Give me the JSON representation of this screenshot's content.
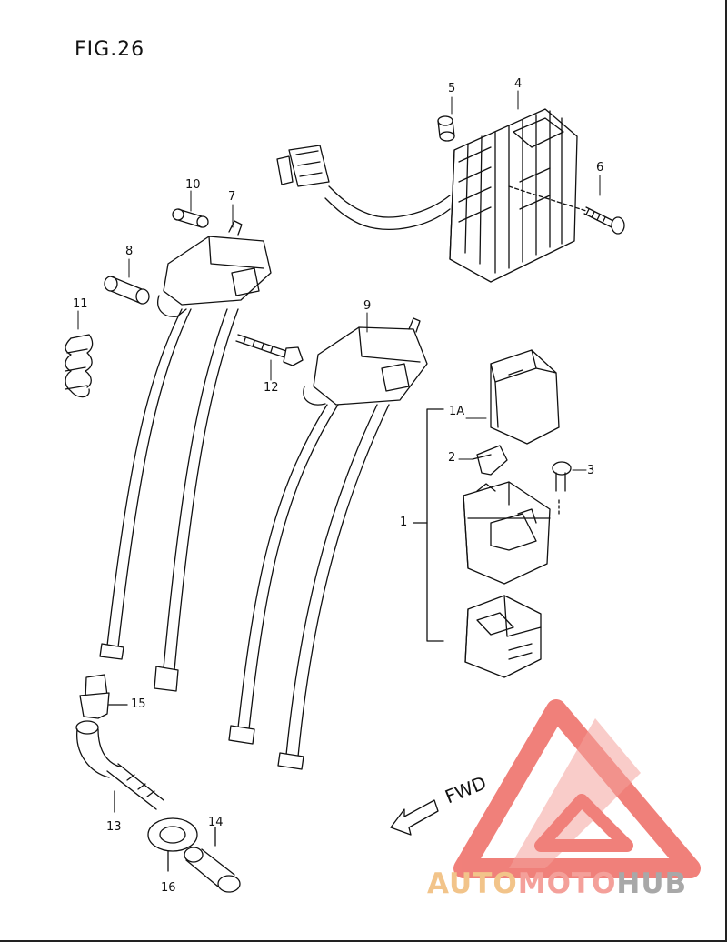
{
  "figure": {
    "title": "FIG.26"
  },
  "callouts": {
    "p1": "1",
    "p1a": "1A",
    "p2": "2",
    "p3": "3",
    "p4": "4",
    "p5": "5",
    "p6": "6",
    "p7": "7",
    "p8": "8",
    "p9": "9",
    "p10": "10",
    "p11": "11",
    "p12": "12",
    "p13": "13",
    "p14": "14",
    "p15": "15",
    "p16": "16"
  },
  "direction": {
    "label": "FWD"
  },
  "watermark": {
    "part1": "AUTO",
    "part2": "MOTO",
    "part3": "HUB"
  },
  "colors": {
    "line": "#111111",
    "watermark_red": "#ee5b55",
    "watermark_orange": "#f2c48a",
    "watermark_grey": "#a8a8a8"
  }
}
